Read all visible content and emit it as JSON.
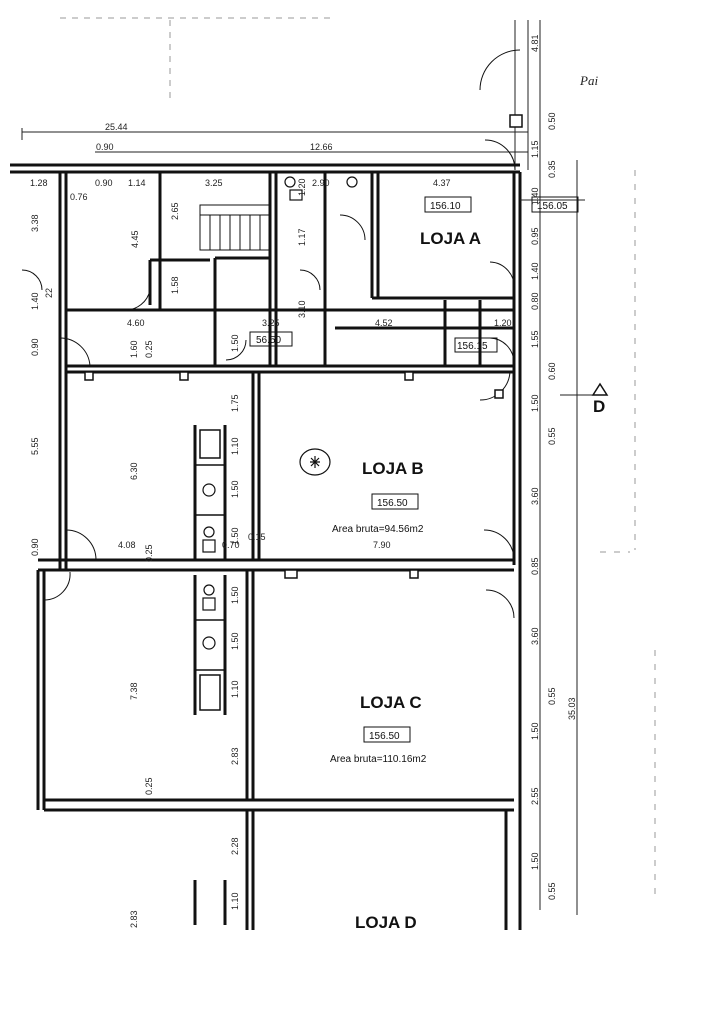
{
  "signature": "Pai",
  "section_marker": "D",
  "rooms": {
    "loja_a": {
      "name": "LOJA A",
      "elevation": "156.10"
    },
    "loja_b": {
      "name": "LOJA B",
      "elevation": "156.50",
      "area": "Area bruta=94.56m2"
    },
    "loja_c": {
      "name": "LOJA C",
      "elevation": "156.50",
      "area": "Area bruta=110.16m2"
    },
    "loja_d": {
      "name": "LOJA D"
    }
  },
  "elevations": {
    "stair_landing": "56.50",
    "corridor": "156.15",
    "right_edge": "156.05"
  },
  "dims": {
    "d_25_44": "25.44",
    "d_12_66": "12.66",
    "d_0_90a": "0.90",
    "d_0_90b": "0.90",
    "d_1_28": "1.28",
    "d_1_14": "1.14",
    "d_3_25a": "3.25",
    "d_2_90": "2.90",
    "d_4_37": "4.37",
    "d_0_76": "0.76",
    "d_3_38": "3.38",
    "d_4_45": "4.45",
    "d_2_65": "2.65",
    "d_1_17": "1.17",
    "d_1_20a": "1.20",
    "d_1_58": "1.58",
    "d_3_10": "3.10",
    "d_1_40": "1.40",
    "d_22": "22",
    "d_4_60": "4.60",
    "d_3_25b": "3.25",
    "d_4_52": "4.52",
    "d_1_20b": "1.20",
    "d_0_90c": "0.90",
    "d_1_60": "1.60",
    "d_0_25a": "0.25",
    "d_1_50a": "1.50",
    "d_5_55": "5.55",
    "d_6_30": "6.30",
    "d_1_75": "1.75",
    "d_1_10a": "1.10",
    "d_1_50b": "1.50",
    "d_1_50c": "1.50",
    "d_0_90d": "0.90",
    "d_4_08": "4.08",
    "d_0_25b": "0.25",
    "d_0_70": "0.70",
    "d_0_15": "0.15",
    "d_7_90": "7.90",
    "d_1_50d": "1.50",
    "d_1_50e": "1.50",
    "d_1_10b": "1.10",
    "d_7_38": "7.38",
    "d_2_83a": "2.83",
    "d_0_25c": "0.25",
    "d_2_28": "2.28",
    "d_1_10c": "1.10",
    "d_2_83b": "2.83",
    "r_4_81": "4.81",
    "r_0_50": "0.50",
    "r_1_15": "1.15",
    "r_0_35": "0.35",
    "r_1_40a": "1.40",
    "r_0_95": "0.95",
    "r_1_40b": "1.40",
    "r_0_80": "0.80",
    "r_1_55": "1.55",
    "r_0_60": "0.60",
    "r_1_50a": "1.50",
    "r_0_55a": "0.55",
    "r_3_60a": "3.60",
    "r_0_85": "0.85",
    "r_3_60b": "3.60",
    "r_0_55b": "0.55",
    "r_1_50b": "1.50",
    "r_2_55": "2.55",
    "r_1_50c": "1.50",
    "r_0_55c": "0.55",
    "r_35_03": "35.03"
  }
}
